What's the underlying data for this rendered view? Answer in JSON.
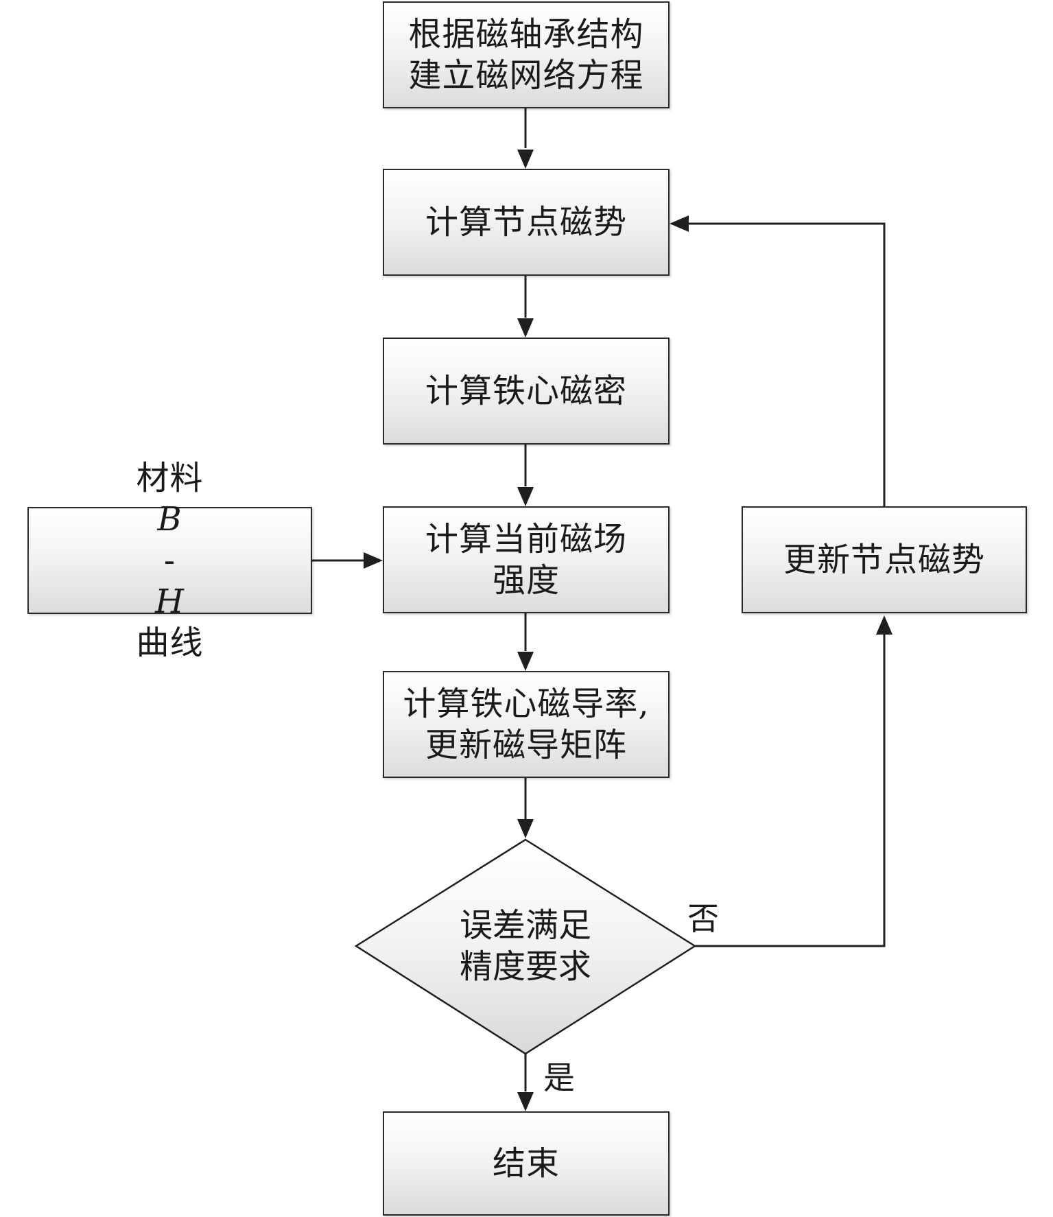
{
  "nodes": {
    "build_network": {
      "lines": [
        "根据磁轴承结构",
        "建立磁网络方程"
      ]
    },
    "calc_node_mmf": {
      "lines": [
        "计算节点磁势"
      ]
    },
    "calc_core_flux": {
      "lines": [
        "计算铁心磁密"
      ]
    },
    "calc_field_strength": {
      "lines": [
        "计算当前磁场",
        "强度"
      ]
    },
    "calc_permeance": {
      "lines": [
        "计算铁心磁导率,",
        "更新磁导矩阵"
      ]
    },
    "check_error": {
      "lines": [
        "误差满足",
        "精度要求"
      ]
    },
    "end": {
      "lines": [
        "结束"
      ]
    },
    "bh_curve": {
      "prefix": "材料 ",
      "italic": "B",
      "dash": "-",
      "italic2": "H",
      "suffix": " 曲线"
    },
    "update_node_mmf": {
      "lines": [
        "更新节点磁势"
      ]
    }
  },
  "edge_labels": {
    "no": "否",
    "yes": "是"
  },
  "colors": {
    "stroke": "#1f1f1f",
    "fill_top": "#ffffff",
    "fill_bottom": "#dcdcdc"
  }
}
